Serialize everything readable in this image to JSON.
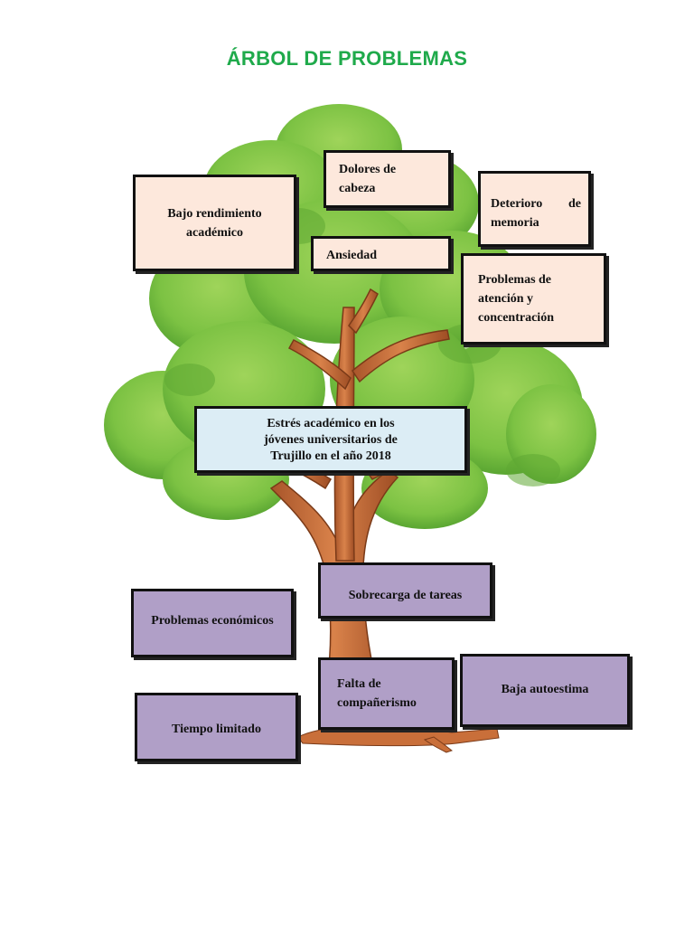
{
  "title": "ÁRBOL DE PROBLEMAS",
  "colors": {
    "title": "#1faa4b",
    "effect_box": "#fde8dc",
    "core_box": "#dcedf5",
    "cause_box": "#b09fc7",
    "foliage": "#7cc243",
    "trunk": "#c96f3a"
  },
  "effects": {
    "headaches": "Dolores de cabeza",
    "low_performance": "Bajo rendimiento académico",
    "memory_deterioration": "Deterioro de memoria",
    "anxiety": "Ansiedad",
    "attention_problems": "Problemas de atención y concentración"
  },
  "core_problem": "Estrés académico en los jóvenes universitarios de Trujillo en el año 2018",
  "causes": {
    "task_overload": "Sobrecarga de tareas",
    "economic_problems": "Problemas económicos",
    "lack_of_companionship": "Falta de compañerismo",
    "low_self_esteem": "Baja autoestima",
    "limited_time": "Tiempo limitado"
  }
}
